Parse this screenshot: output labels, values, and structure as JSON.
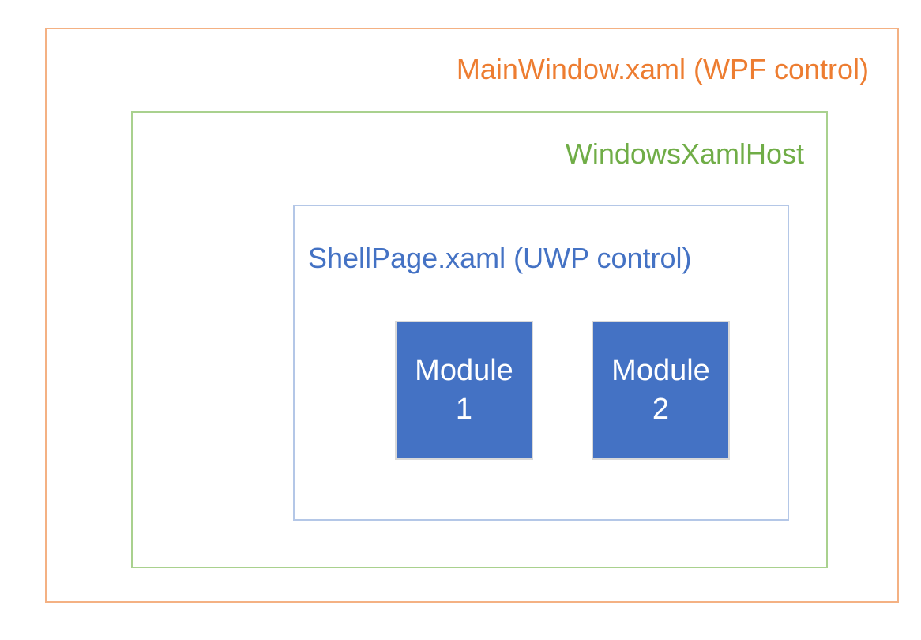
{
  "diagram": {
    "outer_box": {
      "label": "MainWindow.xaml (WPF control)",
      "text_color": "#ED7D31",
      "border_color": "#F4B183"
    },
    "host_box": {
      "label": "WindowsXamlHost",
      "text_color": "#70AD47",
      "border_color": "#A9D18E"
    },
    "shell_box": {
      "label": "ShellPage.xaml (UWP control)",
      "text_color": "#4472C4",
      "border_color": "#B4C7E7"
    },
    "modules": [
      {
        "line1": "Module",
        "line2": "1"
      },
      {
        "line1": "Module",
        "line2": "2"
      }
    ],
    "module_style": {
      "fill": "#4472C4",
      "border_color": "#D9D9D9",
      "text_color": "#FFFFFF"
    }
  }
}
